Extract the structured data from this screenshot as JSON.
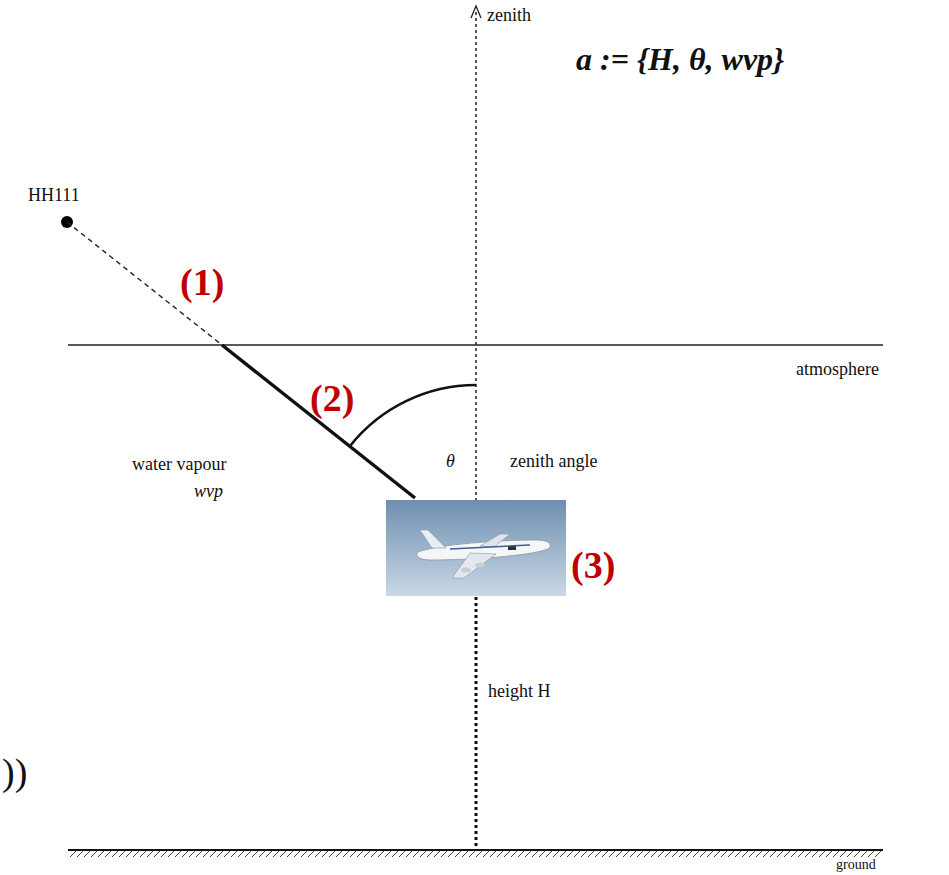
{
  "diagram": {
    "labels": [
      "zenith",
      "a := {H, θ, wvp}",
      "HH111",
      "(1)",
      "atmosphere",
      "(2)",
      "θ",
      "zenith angle",
      "water vapour",
      "wvp",
      "(3)",
      "height H",
      "))",
      "ground"
    ]
  }
}
